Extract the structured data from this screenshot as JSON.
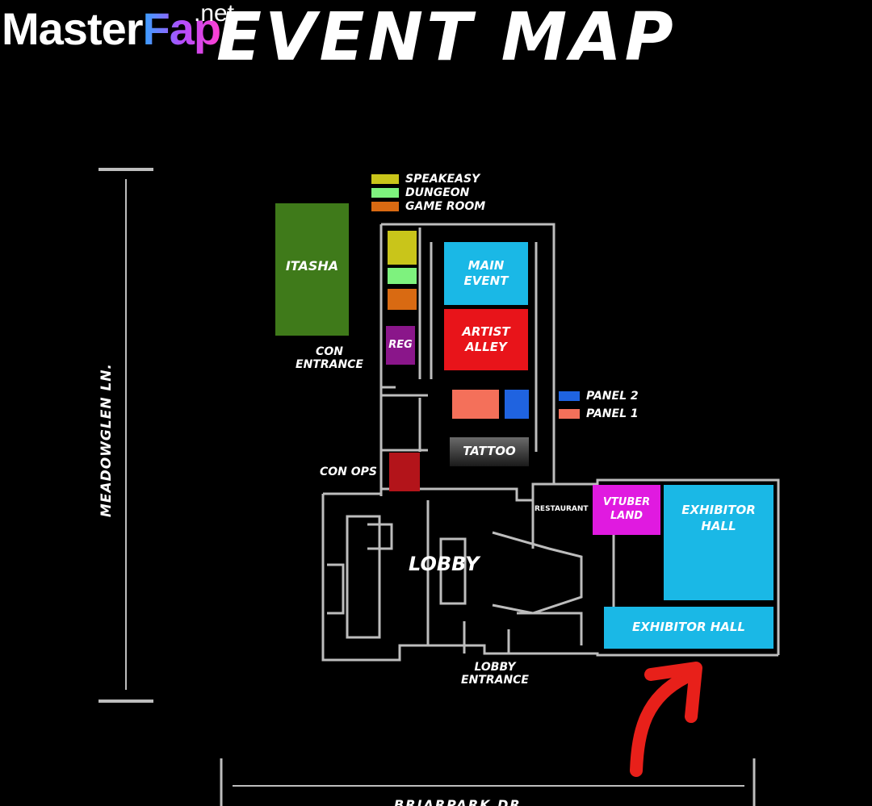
{
  "watermark": {
    "master": "Master",
    "fap": "Fap",
    "net": ".net"
  },
  "title": "EVENT MAP",
  "legend_top": [
    {
      "label": "SPEAKEASY",
      "color": "#c9c51a"
    },
    {
      "label": "DUNGEON",
      "color": "#7ef27e"
    },
    {
      "label": "GAME ROOM",
      "color": "#d96a12"
    }
  ],
  "legend_mid": [
    {
      "label": "PANEL 2",
      "color": "#1f63e0"
    },
    {
      "label": "PANEL 1",
      "color": "#f4705a"
    }
  ],
  "rooms": {
    "itasha": "ITASHA",
    "main_event": "MAIN EVENT",
    "artist_alley": "ARTIST ALLEY",
    "reg": "REG",
    "tattoo": "TATTOO",
    "vtuber_land": "VTUBER LAND",
    "exhibitor_hall_1": "EXHIBITOR HALL",
    "exhibitor_hall_2": "EXHIBITOR HALL",
    "lobby": "LOBBY"
  },
  "labels": {
    "con_entrance": "CON ENTRANCE",
    "con_ops": "CON OPS",
    "restaurant": "RESTAURANT",
    "lobby_entrance": "LOBBY ENTRANCE"
  },
  "streets": {
    "west": "MEADOWGLEN LN.",
    "south": "BRIARPARK DR"
  },
  "colors": {
    "itasha": "#3f7a1a",
    "main_event": "#1ab8e6",
    "artist_alley": "#e8141a",
    "reg": "#8a168a",
    "con_ops": "#b3141a",
    "vtuber_land": "#e01ae0",
    "exhibitor_hall": "#1ab8e6",
    "arrow": "#e8201a"
  }
}
